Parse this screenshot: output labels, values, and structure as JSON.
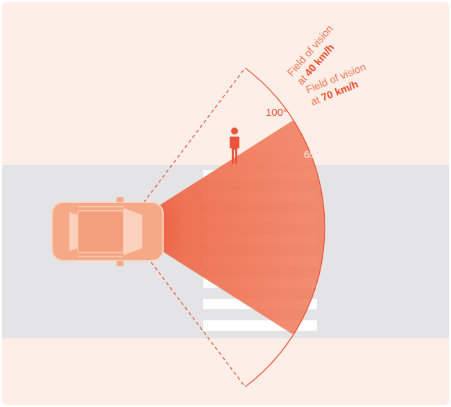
{
  "diagram": {
    "labels": [
      "100°",
      "65°",
      "Field of vision",
      "at",
      "40 km/h",
      "Field of vision",
      "at",
      "70 km/h"
    ]
  }
}
